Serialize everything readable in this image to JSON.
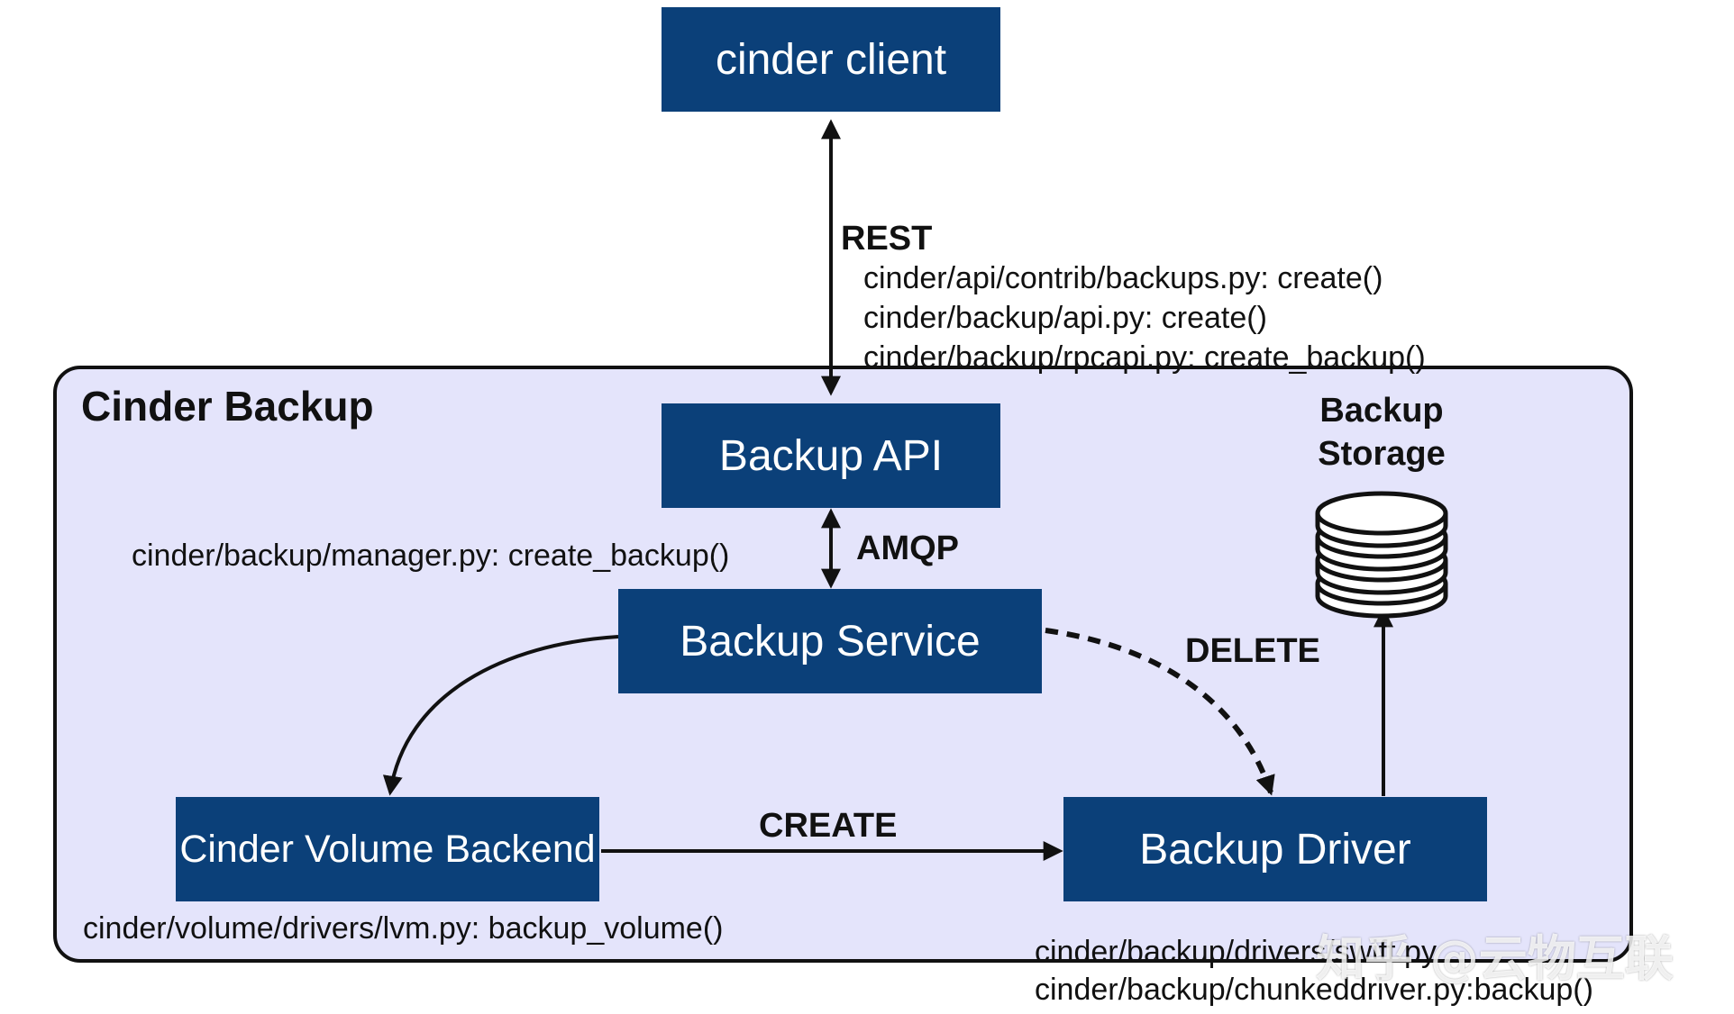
{
  "title": "Cinder Backup",
  "nodes": {
    "client": "cinder client",
    "api": "Backup API",
    "service": "Backup Service",
    "volume_backend": "Cinder Volume Backend",
    "driver": "Backup Driver"
  },
  "storage": {
    "label_line1": "Backup",
    "label_line2": "Storage",
    "icon": "database-icon"
  },
  "edges": {
    "rest": "REST",
    "amqp": "AMQP",
    "delete": "DELETE",
    "create": "CREATE"
  },
  "code_refs": {
    "rest": [
      "cinder/api/contrib/backups.py: create()",
      "cinder/backup/api.py: create()",
      "cinder/backup/rpcapi.py: create_backup()"
    ],
    "manager": "cinder/backup/manager.py: create_backup()",
    "volume": "cinder/volume/drivers/lvm.py: backup_volume()",
    "driver": [
      "cinder/backup/drivers/swift.py",
      "cinder/backup/chunkeddriver.py:backup()"
    ]
  },
  "watermark": "知乎 @云物互联",
  "colors": {
    "node_fill": "#0b4079",
    "container_fill": "#e4e4fb",
    "text": "#111111"
  }
}
